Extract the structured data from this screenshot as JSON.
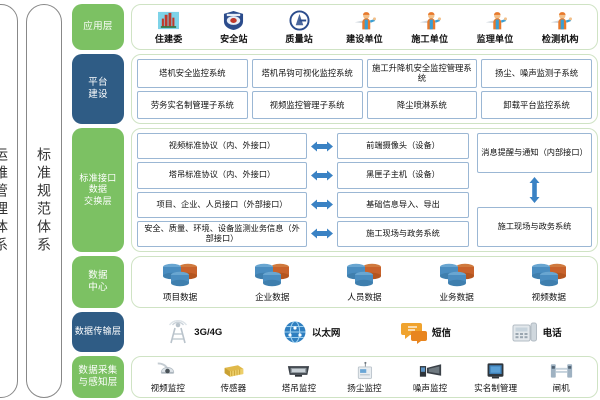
{
  "pillars": [
    {
      "name": "ops-management-system",
      "text": "运维管理体系"
    },
    {
      "name": "standard-specification-system",
      "text": "标准规范体系"
    }
  ],
  "colors": {
    "green": "#7cc163",
    "blue": "#2f5c85",
    "panel_border_green": "#cfe3c4",
    "box_border_blue": "#9bb7d4",
    "arrow_blue": "#3a82c4",
    "db_blue": "#4a8dc0",
    "db_orange": "#c8622b"
  },
  "layers": {
    "application": {
      "tag": "应用层",
      "items": [
        {
          "label": "住建委",
          "icon": "housing-bureau-icon"
        },
        {
          "label": "安全站",
          "icon": "police-badge-icon"
        },
        {
          "label": "质量站",
          "icon": "quality-station-icon"
        },
        {
          "label": "建设单位",
          "icon": "worker-icon"
        },
        {
          "label": "施工单位",
          "icon": "worker-icon"
        },
        {
          "label": "监理单位",
          "icon": "worker-icon"
        },
        {
          "label": "检测机构",
          "icon": "worker-icon"
        }
      ]
    },
    "platform": {
      "tag_line1": "平台",
      "tag_line2": "建设",
      "row1": [
        "塔机安全监控系统",
        "塔机吊钩可视化监控系统",
        "施工升降机安全监控管理系统",
        "扬尘、噪声监测子系统"
      ],
      "row2": [
        "劳务实名制管理子系统",
        "视频监控管理子系统",
        "降尘喷淋系统",
        "卸载平台监控系统"
      ]
    },
    "standard_interface": {
      "tag_line1": "标准接口",
      "tag_line2": "数据",
      "tag_line3": "交换层",
      "left": [
        "视频标准协议（内、外接口）",
        "塔吊标准协议（内、外接口）",
        "项目、企业、人员接口（外部接口）",
        "安全、质量、环境、设备监测业务信息（外部接口）"
      ],
      "right": [
        "前端摄像头（设备）",
        "黑匣子主机（设备）",
        "基础信息导入、导出",
        "施工现场与政务系统"
      ],
      "far": [
        "消息提醒与通知（内部接口）",
        "施工现场与政务系统"
      ],
      "arrow_icon": "double-arrow-horizontal-icon",
      "vertical_arrow_icon": "double-arrow-vertical-icon"
    },
    "data_center": {
      "tag_line1": "数据",
      "tag_line2": "中心",
      "items": [
        {
          "label": "项目数据",
          "icon": "database-stack-icon"
        },
        {
          "label": "企业数据",
          "icon": "database-stack-icon"
        },
        {
          "label": "人员数据",
          "icon": "database-stack-icon"
        },
        {
          "label": "业务数据",
          "icon": "database-stack-icon"
        },
        {
          "label": "视频数据",
          "icon": "database-stack-icon"
        }
      ]
    },
    "transmission": {
      "tag": "数据传输层",
      "items": [
        {
          "label": "3G/4G",
          "icon": "cell-tower-icon"
        },
        {
          "label": "以太网",
          "icon": "globe-network-icon"
        },
        {
          "label": "短信",
          "icon": "sms-bubble-icon"
        },
        {
          "label": "电话",
          "icon": "telephone-icon"
        }
      ]
    },
    "collection": {
      "tag_line1": "数据采集",
      "tag_line2": "与感知层",
      "items": [
        {
          "label": "视频监控",
          "icon": "dome-camera-icon"
        },
        {
          "label": "传感器",
          "icon": "sensor-icon"
        },
        {
          "label": "塔吊监控",
          "icon": "tower-crane-monitor-icon"
        },
        {
          "label": "扬尘监控",
          "icon": "dust-monitor-icon"
        },
        {
          "label": "噪声监控",
          "icon": "noise-monitor-icon"
        },
        {
          "label": "实名制管理",
          "icon": "id-terminal-icon"
        },
        {
          "label": "闸机",
          "icon": "turnstile-icon"
        }
      ]
    }
  }
}
